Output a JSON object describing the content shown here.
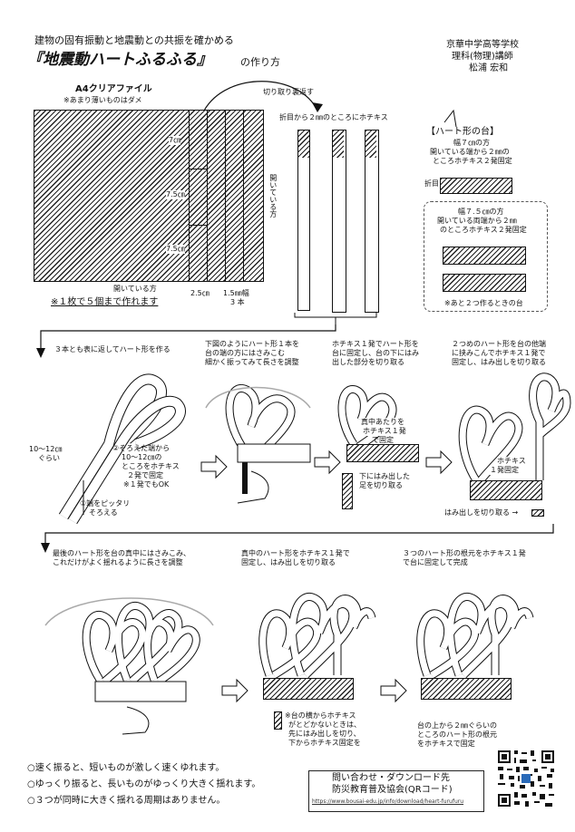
{
  "header": {
    "subtitle": "建物の固有振動と地震動との共振を確かめる",
    "title": "『地震動ハートふるふる』",
    "title_suffix": "の作り方",
    "school": "京華中学高等学校",
    "role": "理科(物理)講師",
    "author": "松浦 宏和"
  },
  "step1": {
    "file_label": "A4クリアファイル",
    "file_note": "※あまり薄いものはダメ",
    "dim_7": "7㎝",
    "dim_75a": "7.5㎝",
    "dim_75b": "7.5㎝",
    "open_side_vertical": "開いている方",
    "open_side_bottom": "開いている方",
    "dim_25": "2.5㎝",
    "dim_15": "1.5㎜幅",
    "count_3": "3 本",
    "five_note": "※１枚で５個まで作れます",
    "cut_fold": "切り取り裏返す",
    "staple_note": "折目から２㎜のところにホチキス"
  },
  "base": {
    "title": "【ハート形の台】",
    "b1_line1": "幅７㎝の方",
    "b1_line2": "開いている端から２㎜の",
    "b1_line3": "ところホチキス２発固定",
    "fold_label": "折目",
    "b2_line1": "幅７.５㎝の方",
    "b2_line2": "開いている両端から２㎜",
    "b2_line3": "のところホチキス２発固定",
    "b2_note": "※あと２つ作るときの台"
  },
  "row2": {
    "cap1": "３本とも表に返してハート形を作る",
    "len_label_1": "10～12㎝",
    "len_label_2": "ぐらい",
    "note2_1": "②そろえた端から",
    "note2_2": "10～12㎝の",
    "note2_3": "ところをホチキス",
    "note2_4": "２発で固定",
    "note2_5": "※１発でもOK",
    "note1_1": "①端をピッタリ",
    "note1_2": "そろえる",
    "cap2_1": "下図のようにハート形１本を",
    "cap2_2": "台の端の方にはさみこむ",
    "cap2_3": "細かく振ってみて長さを調整",
    "cap3_1": "ホチキス１発でハート形を",
    "cap3_2": "台に固定し、台の下にはみ",
    "cap3_3": "出した部分を切り取る",
    "center_1": "真中あたりを",
    "center_2": "ホチキス１発",
    "center_3": "で固定",
    "under_1": "下にはみ出した",
    "under_2": "足を切り取る",
    "cap4_1": "２つめのハート形を台の他端",
    "cap4_2": "に挟みこんでホチキス１発で",
    "cap4_3": "固定し、はみ出しを切り取る",
    "staple1_1": "ホチキス",
    "staple1_2": "１発固定",
    "trim_label": "はみ出しを切り取る →"
  },
  "row3": {
    "cap1_1": "最後のハート形を台の真中にはさみこみ、",
    "cap1_2": "これだけがよく揺れるように長さを調整",
    "cap2_1": "真中のハート形をホチキス１発で",
    "cap2_2": "固定し、はみ出しを切り取る",
    "note_1": "※台の横からホチキス",
    "note_2": "がとどかないときは、",
    "note_3": "先にはみ出しを切り、",
    "note_4": "下からホチキス固定を",
    "cap3_1": "３つのハート形の根元をホチキス１発",
    "cap3_2": "で台に固定して完成",
    "root_1": "台の上から２㎜ぐらいの",
    "root_2": "ところのハート形の根元",
    "root_3": "をホチキスで固定"
  },
  "footer": {
    "line1": "○速く振ると、短いものが激しく速くゆれます。",
    "line2": "○ゆっくり振ると、長いものがゆっくり大きく揺れます。",
    "line3": "○３つが同時に大きく揺れる周期はありません。",
    "contact_title": "問い合わせ・ダウンロード先",
    "contact_org": "防災教育普及協会(QRコード)",
    "contact_url": "https://www.bousai-edu.jp/info/download/heart-furufuru"
  }
}
